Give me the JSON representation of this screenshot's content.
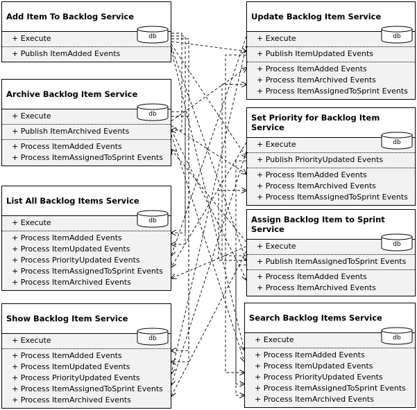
{
  "db_label": "db",
  "services": [
    {
      "id": "add-item-to-backlog-service",
      "title": "Add Item To Backlog Service",
      "execute": "+ Execute",
      "publish": [
        "+ Publish ItemAdded Events"
      ],
      "process": []
    },
    {
      "id": "archive-backlog-item-service",
      "title": "Archive Backlog Item Service",
      "execute": "+ Execute",
      "publish": [
        "+ Publish ItemArchived Events"
      ],
      "process": [
        "+ Process ItemAdded Events",
        "+ Process ItemAssignedToSprint Events"
      ]
    },
    {
      "id": "list-all-backlog-items-service",
      "title": "List All Backlog Items Service",
      "execute": "+ Execute",
      "publish": [],
      "process": [
        "+ Process ItemAdded Events",
        "+ Process ItemUpdated Events",
        "+ Process PriorityUpdated Events",
        "+ Process ItemAssignedToSprint Events",
        "+ Process ItemArchived Events"
      ]
    },
    {
      "id": "show-backlog-item-service",
      "title": "Show Backlog Item Service",
      "execute": "+ Execute",
      "publish": [],
      "process": [
        "+ Process ItemAdded Events",
        "+ Process ItemUpdated Events",
        "+ Process PriorityUpdated Events",
        "+ Process ItemAssignedToSprint Events",
        "+ Process ItemArchived Events"
      ]
    },
    {
      "id": "update-backlog-item-service",
      "title": "Update Backlog Item Service",
      "execute": "+ Execute",
      "publish": [
        "+ Publish ItemUpdated Events"
      ],
      "process": [
        "+ Process ItemAdded Events",
        "+ Process ItemArchived Events",
        "+ Process ItemAssignedToSprint Events"
      ]
    },
    {
      "id": "set-priority-for-backlog-item-service",
      "title": "Set Priority for Backlog Item Service",
      "execute": "+ Execute",
      "publish": [
        "+ Publish PriorityUpdated Events"
      ],
      "process": [
        "+ Process ItemAdded Events",
        "+ Process ItemArchived Events",
        "+ Process ItemAssignedToSprint Events"
      ]
    },
    {
      "id": "assign-backlog-item-to-sprint-service",
      "title": "Assign Backlog Item to Sprint Service",
      "execute": "+ Execute",
      "publish": [
        "+ Publish ItemAssignedToSprint Events"
      ],
      "process": [
        "+ Process ItemAdded Events",
        "+ Process ItemArchived Events"
      ]
    },
    {
      "id": "search-backlog-items-service",
      "title": "Search Backlog Items Service",
      "execute": "+ Execute",
      "publish": [],
      "process": [
        "+ Process ItemAdded Events",
        "+ Process ItemUpdated Events",
        "+ Process PriorityUpdated Events",
        "+ Process ItemAssignedToSprint Events",
        "+ Process ItemArchived Events"
      ]
    }
  ],
  "event_flows": [
    {
      "from": "add-item-to-backlog-service",
      "to": "archive-backlog-item-service",
      "event": "ItemAdded"
    },
    {
      "from": "add-item-to-backlog-service",
      "to": "list-all-backlog-items-service",
      "event": "ItemAdded"
    },
    {
      "from": "add-item-to-backlog-service",
      "to": "show-backlog-item-service",
      "event": "ItemAdded"
    },
    {
      "from": "add-item-to-backlog-service",
      "to": "update-backlog-item-service",
      "event": "ItemAdded"
    },
    {
      "from": "add-item-to-backlog-service",
      "to": "set-priority-for-backlog-item-service",
      "event": "ItemAdded"
    },
    {
      "from": "add-item-to-backlog-service",
      "to": "assign-backlog-item-to-sprint-service",
      "event": "ItemAdded"
    },
    {
      "from": "add-item-to-backlog-service",
      "to": "search-backlog-items-service",
      "event": "ItemAdded"
    },
    {
      "from": "archive-backlog-item-service",
      "to": "list-all-backlog-items-service",
      "event": "ItemArchived"
    },
    {
      "from": "archive-backlog-item-service",
      "to": "show-backlog-item-service",
      "event": "ItemArchived"
    },
    {
      "from": "archive-backlog-item-service",
      "to": "update-backlog-item-service",
      "event": "ItemArchived"
    },
    {
      "from": "archive-backlog-item-service",
      "to": "set-priority-for-backlog-item-service",
      "event": "ItemArchived"
    },
    {
      "from": "archive-backlog-item-service",
      "to": "assign-backlog-item-to-sprint-service",
      "event": "ItemArchived"
    },
    {
      "from": "archive-backlog-item-service",
      "to": "search-backlog-items-service",
      "event": "ItemArchived"
    },
    {
      "from": "update-backlog-item-service",
      "to": "list-all-backlog-items-service",
      "event": "ItemUpdated"
    },
    {
      "from": "update-backlog-item-service",
      "to": "show-backlog-item-service",
      "event": "ItemUpdated"
    },
    {
      "from": "update-backlog-item-service",
      "to": "search-backlog-items-service",
      "event": "ItemUpdated"
    },
    {
      "from": "set-priority-for-backlog-item-service",
      "to": "list-all-backlog-items-service",
      "event": "PriorityUpdated"
    },
    {
      "from": "set-priority-for-backlog-item-service",
      "to": "show-backlog-item-service",
      "event": "PriorityUpdated"
    },
    {
      "from": "set-priority-for-backlog-item-service",
      "to": "search-backlog-items-service",
      "event": "PriorityUpdated"
    },
    {
      "from": "assign-backlog-item-to-sprint-service",
      "to": "archive-backlog-item-service",
      "event": "ItemAssignedToSprint"
    },
    {
      "from": "assign-backlog-item-to-sprint-service",
      "to": "list-all-backlog-items-service",
      "event": "ItemAssignedToSprint"
    },
    {
      "from": "assign-backlog-item-to-sprint-service",
      "to": "show-backlog-item-service",
      "event": "ItemAssignedToSprint"
    },
    {
      "from": "assign-backlog-item-to-sprint-service",
      "to": "update-backlog-item-service",
      "event": "ItemAssignedToSprint"
    },
    {
      "from": "assign-backlog-item-to-sprint-service",
      "to": "set-priority-for-backlog-item-service",
      "event": "ItemAssignedToSprint"
    },
    {
      "from": "assign-backlog-item-to-sprint-service",
      "to": "search-backlog-items-service",
      "event": "ItemAssignedToSprint"
    }
  ]
}
